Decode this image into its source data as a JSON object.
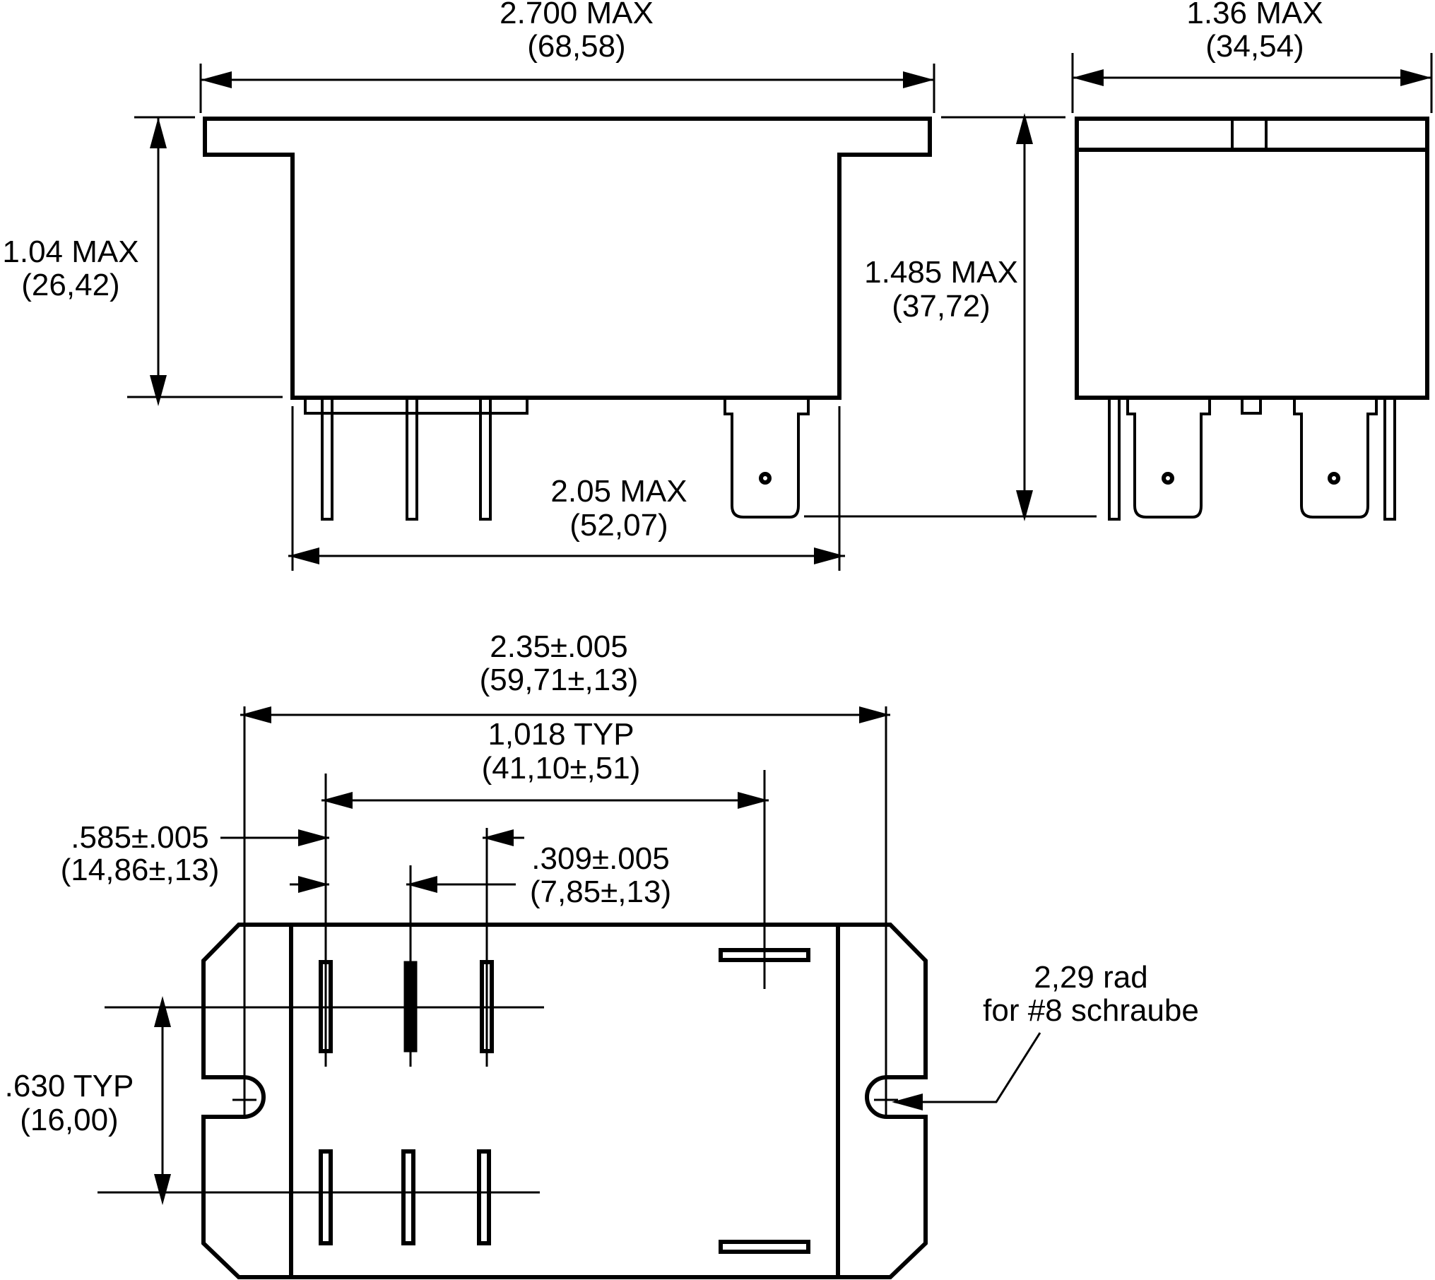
{
  "colors": {
    "ink": "#000000",
    "background": "#ffffff"
  },
  "side_view": {
    "width_label": "2.700 MAX",
    "width_label_mm": "(68,58)",
    "height_label": "1.04 MAX",
    "height_label_mm": "(26,42)",
    "body_width_label": "2.05 MAX",
    "body_width_label_mm": "(52,07)",
    "total_height_label": "1.485 MAX",
    "total_height_label_mm": "(37,72)"
  },
  "end_view": {
    "depth_label": "1.36 MAX",
    "depth_label_mm": "(34,54)"
  },
  "top_view": {
    "mount_spacing_label": "2.35±.005",
    "mount_spacing_label_mm": "(59,71±,13)",
    "terminal_span_label": "1,018 TYP",
    "terminal_span_label_mm": "(41,10±,51)",
    "offset_label": ".585±.005",
    "offset_label_mm": "(14,86±,13)",
    "pitch_label": ".309±.005",
    "pitch_label_mm": "(7,85±,13)",
    "row_spacing_label": ".630 TYP",
    "row_spacing_label_mm": "(16,00)",
    "hole_label_line1": "2,29 rad",
    "hole_label_line2": "for #8 schraube"
  }
}
